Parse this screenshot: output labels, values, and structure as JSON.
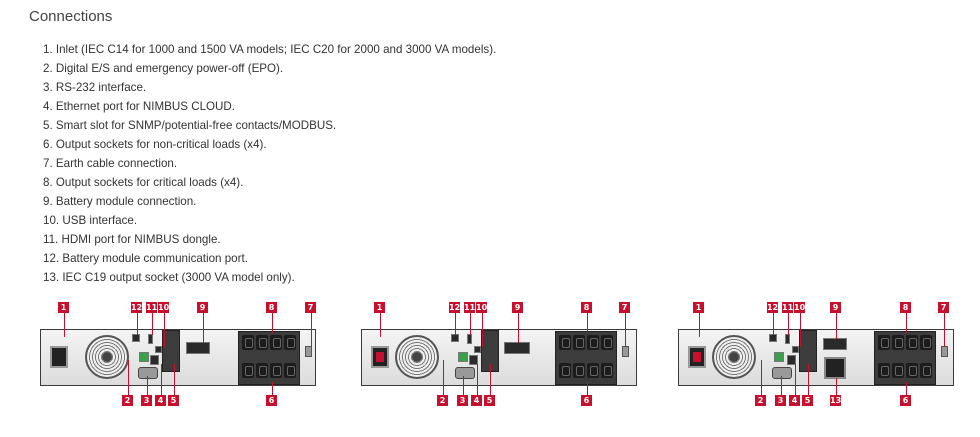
{
  "section": {
    "title": "Connections"
  },
  "connections": [
    "1. Inlet (IEC C14 for 1000 and 1500 VA models; IEC C20 for 2000 and 3000 VA models).",
    "2. Digital E/S and emergency power-off (EPO).",
    "3. RS-232 interface.",
    "4. Ethernet port for NIMBUS CLOUD.",
    "5. Smart slot for SNMP/potential-free contacts/MODBUS.",
    "6. Output sockets for non-critical loads (x4).",
    "7. Earth cable connection.",
    "8. Output sockets for critical loads (x4).",
    "9. Battery module connection.",
    "10. USB interface.",
    "11. HDMI port for NIMBUS dongle.",
    "12. Battery module communication port.",
    "13. IEC C19 output socket (3000 VA model only)."
  ],
  "diagrams": [
    {
      "top_labels": [
        "1",
        "12",
        "11",
        "10",
        "9",
        "8",
        "7"
      ],
      "bottom_labels": [
        "2",
        "3",
        "4",
        "5",
        "6"
      ]
    },
    {
      "top_labels": [
        "1",
        "12",
        "11",
        "10",
        "9",
        "8",
        "7"
      ],
      "bottom_labels": [
        "2",
        "3",
        "4",
        "5",
        "6"
      ]
    },
    {
      "top_labels": [
        "1",
        "12",
        "11",
        "10",
        "9",
        "8",
        "7"
      ],
      "bottom_labels": [
        "2",
        "3",
        "4",
        "5",
        "13",
        "6"
      ]
    }
  ],
  "colors": {
    "callout": "#c8102e",
    "text": "#333333"
  }
}
